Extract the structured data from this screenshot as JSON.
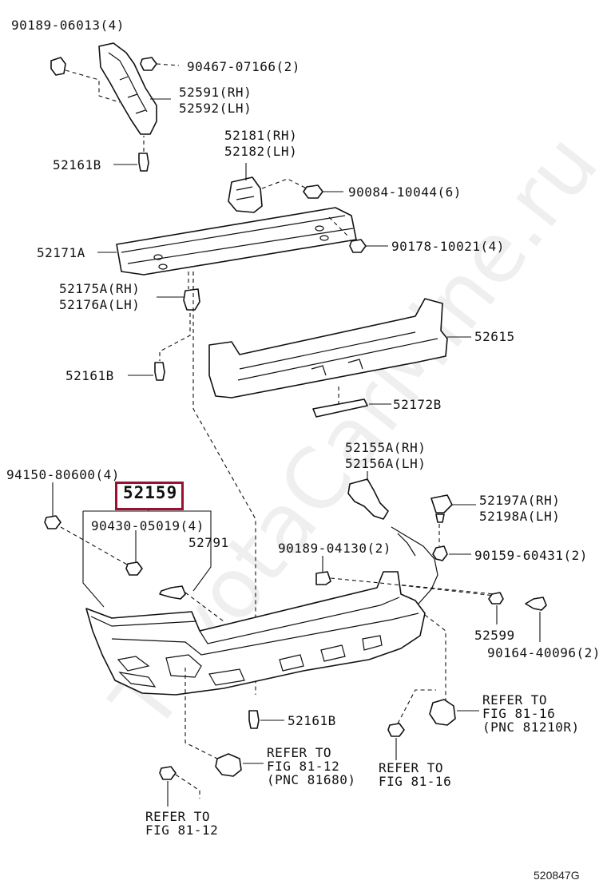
{
  "labels": {
    "l_9018906013": "90189-06013(4)",
    "l_9046707166": "90467-07166(2)",
    "l_52591": "52591(RH)",
    "l_52592": "52592(LH)",
    "l_52161b_top": "52161B",
    "l_52181": "52181(RH)",
    "l_52182": "52182(LH)",
    "l_9008410044": "90084-10044(6)",
    "l_52171a": "52171A",
    "l_9017810021": "90178-10021(4)",
    "l_52175a": "52175A(RH)",
    "l_52176a": "52176A(LH)",
    "l_52615": "52615",
    "l_52161b_mid": "52161B",
    "l_52172b": "52172B",
    "l_52155a": "52155A(RH)",
    "l_52156a": "52156A(LH)",
    "l_9415080600": "94150-80600(4)",
    "l_52159": "52159",
    "l_52197a": "52197A(RH)",
    "l_52198a": "52198A(LH)",
    "l_9043005019": "90430-05019(4)",
    "l_52791": "52791",
    "l_9018904130": "90189-04130(2)",
    "l_9015960431": "90159-60431(2)",
    "l_52599": "52599",
    "l_9016440096": "90164-40096(2)",
    "l_52161b_low": "52161B",
    "l_refer_8116_a1": "REFER TO",
    "l_refer_8116_a2": "FIG 81-16",
    "l_refer_8116_a3": "(PNC 81210R)",
    "l_refer_8112_a1": "REFER TO",
    "l_refer_8112_a2": "FIG 81-12",
    "l_refer_8112_a3": "(PNC 81680)",
    "l_refer_8116_b1": "REFER TO",
    "l_refer_8116_b2": "FIG 81-16",
    "l_refer_8112_b1": "REFER TO",
    "l_refer_8112_b2": "FIG 81-12"
  },
  "watermark": "ToyotaCarMine.ru",
  "diagram_code": "520847G",
  "highlight_color": "#9a1030"
}
